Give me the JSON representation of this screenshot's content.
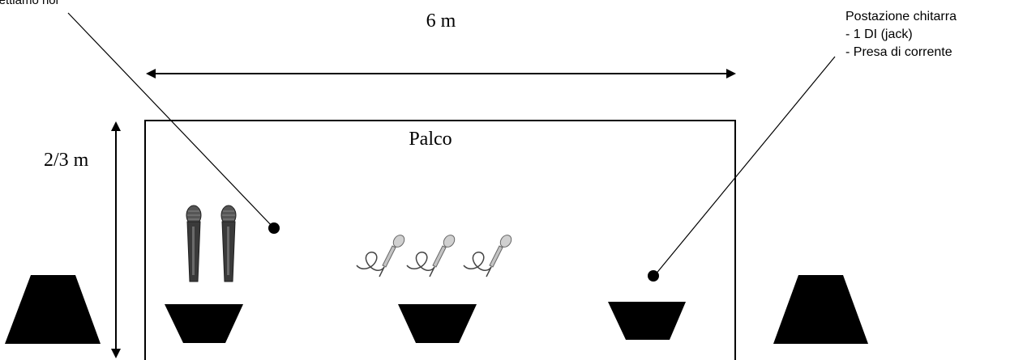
{
  "labels": {
    "width": "6 m",
    "depth": "2/3 m",
    "stage": "Palco",
    "top_left_note": "...ettiamo noi"
  },
  "guitar_station": {
    "title": "Postazione chitarra",
    "items": [
      "- 1 DI (jack)",
      "- Presa di corrente"
    ]
  },
  "icons": {
    "dynamic_mics": [
      "dynamic-microphone-icon",
      "dynamic-microphone-icon"
    ],
    "corded_mics": [
      "corded-microphone-icon",
      "corded-microphone-icon",
      "corded-microphone-icon"
    ],
    "stage_monitors": [
      "wedge-monitor-icon",
      "wedge-monitor-icon",
      "wedge-monitor-icon"
    ],
    "main_speakers": [
      "pa-speaker-icon",
      "pa-speaker-icon"
    ]
  },
  "colors": {
    "ink": "#000000",
    "mic_body": "#3a3a3a",
    "mic_grille": "#6b6b6b",
    "corded_mic": "#b8b8b8"
  }
}
